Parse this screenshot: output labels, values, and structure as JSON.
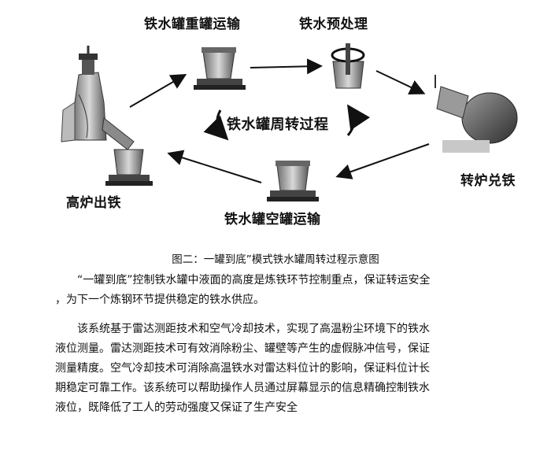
{
  "diagram": {
    "labels": {
      "heavy_transport": "铁水罐重罐运输",
      "pretreatment": "铁水预处理",
      "cycle_center": "铁水罐周转过程",
      "converter": "转炉兑铁",
      "blast_furnace": "高炉出铁",
      "empty_transport": "铁水罐空罐运输"
    }
  },
  "caption": "图二：一罐到底”模式铁水罐周转过程示意图",
  "paragraph1": {
    "line1": "“一罐到底”控制铁水罐中液面的高度是炼铁环节控制重点，保证转运安全",
    "line2": "，为下一个炼钢环节提供稳定的铁水供应。"
  },
  "paragraph2": {
    "line1": "该系统基于雷达测距技术和空气冷却技术，实现了高温粉尘环境下的铁水",
    "line2": "液位测量。雷达测距技术可有效消除粉尘、罐壁等产生的虚假脉冲信号，保证",
    "line3": "测量精度。空气冷却技术可消除高温铁水对雷达料位计的影响，保证料位计长",
    "line4": "期稳定可靠工作。该系统可以帮助操作人员通过屏幕显示的信息精确控制铁水",
    "line5": "液位，既降低了工人的劳动强度又保证了生产安全"
  }
}
